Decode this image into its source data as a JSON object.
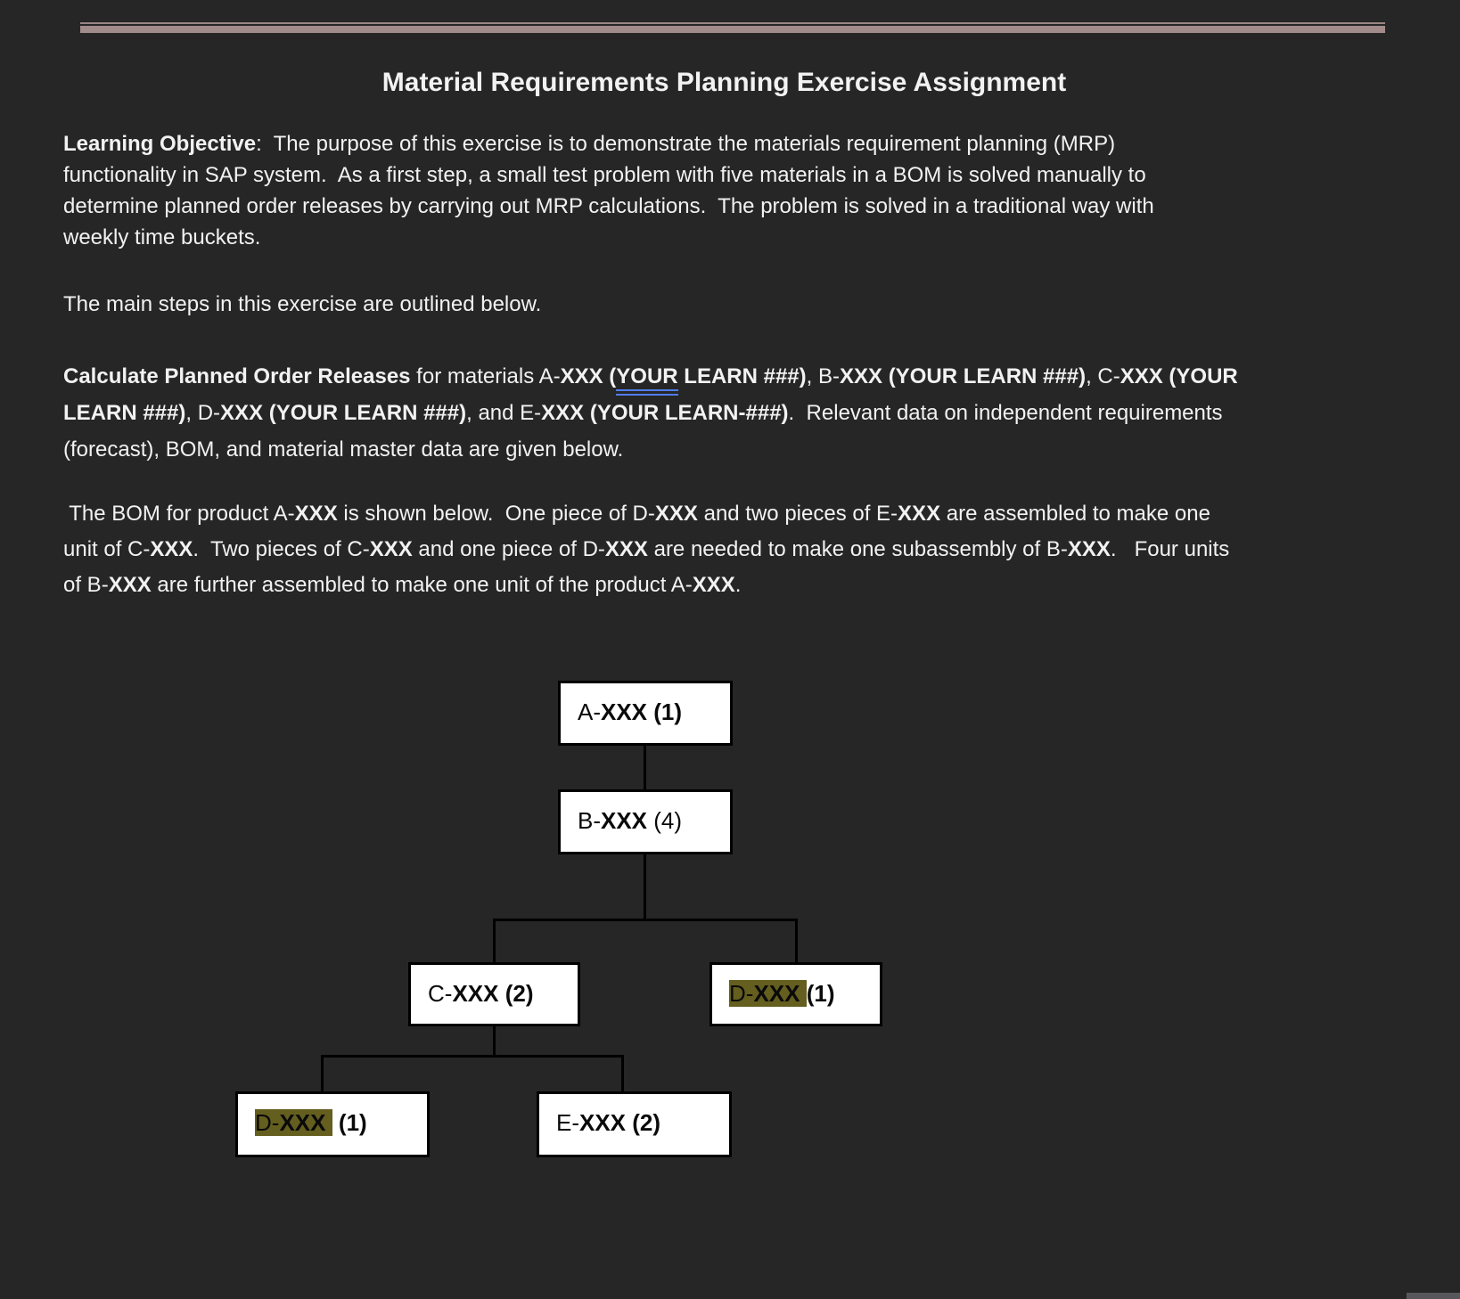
{
  "document": {
    "title": "Material Requirements Planning Exercise Assignment",
    "colors": {
      "page_background": "#262626",
      "text": "#f2f2f2",
      "accent_bar": "#a28b8b",
      "accent_line": "#9a8585",
      "grammar_underline": "#507df0",
      "highlight": "#645e1f",
      "box_background": "#ffffff",
      "box_border": "#000000"
    },
    "paragraphs": [
      {
        "name": "learning-objective",
        "lines": [
          [
            {
              "t": "Learning Objective",
              "b": true
            },
            {
              "t": ":  The purpose of this exercise is to demonstrate the materials requirement planning (MRP)"
            }
          ],
          [
            {
              "t": "functionality in SAP system.  As a first step, a small test problem with five materials in a BOM is solved manually to"
            }
          ],
          [
            {
              "t": "determine planned order releases by carrying out MRP calculations.  The problem is solved in a traditional way with"
            }
          ],
          [
            {
              "t": "weekly time buckets."
            }
          ]
        ]
      },
      {
        "name": "main-steps",
        "lines": [
          [
            {
              "t": "The main steps in this exercise are outlined below."
            }
          ]
        ]
      },
      {
        "name": "calculate-planned-order-releases",
        "lines": [
          [
            {
              "t": "Calculate Planned Order Releases",
              "b": true
            },
            {
              "t": " for materials A-"
            },
            {
              "t": "XXX",
              "b": true
            },
            {
              "t": " "
            },
            {
              "t": "(",
              "b": true
            },
            {
              "t": "YOUR",
              "b": true,
              "u": true
            },
            {
              "t": " LEARN ###)",
              "b": true
            },
            {
              "t": ", B-"
            },
            {
              "t": "XXX (YOUR LEARN ###)",
              "b": true
            },
            {
              "t": ", C-"
            },
            {
              "t": "XXX (YOUR",
              "b": true
            }
          ],
          [
            {
              "t": "LEARN ###)",
              "b": true
            },
            {
              "t": ", D-"
            },
            {
              "t": "XXX (YOUR LEARN ###)",
              "b": true
            },
            {
              "t": ", and E-"
            },
            {
              "t": "XXX (YOUR LEARN-###)",
              "b": true
            },
            {
              "t": ".  Relevant data on independent requirements"
            }
          ],
          [
            {
              "t": "(forecast), BOM, and material master data are given below."
            }
          ]
        ]
      },
      {
        "name": "bom-description",
        "lines": [
          [
            {
              "t": " The BOM for product A-"
            },
            {
              "t": "XXX",
              "b": true
            },
            {
              "t": " is shown below.  One piece of D-"
            },
            {
              "t": "XXX",
              "b": true
            },
            {
              "t": " and two pieces of E-"
            },
            {
              "t": "XXX",
              "b": true
            },
            {
              "t": " are assembled to make one"
            }
          ],
          [
            {
              "t": "unit of C-"
            },
            {
              "t": "XXX",
              "b": true
            },
            {
              "t": ".  Two pieces of C-"
            },
            {
              "t": "XXX",
              "b": true
            },
            {
              "t": " and one piece of D-"
            },
            {
              "t": "XXX",
              "b": true
            },
            {
              "t": " are needed to make one subassembly of B-"
            },
            {
              "t": "XXX",
              "b": true
            },
            {
              "t": ".   Four units"
            }
          ],
          [
            {
              "t": "of B-"
            },
            {
              "t": "XXX",
              "b": true
            },
            {
              "t": " are further assembled to make one unit of the product A-"
            },
            {
              "t": "XXX",
              "b": true
            },
            {
              "t": "."
            }
          ]
        ]
      }
    ],
    "bom_diagram": {
      "nodes": [
        {
          "id": "A",
          "segments": [
            {
              "t": "A-"
            },
            {
              "t": "XXX",
              "b": true
            },
            {
              "t": " "
            },
            {
              "t": "(1)",
              "b": true
            }
          ]
        },
        {
          "id": "B",
          "segments": [
            {
              "t": "B-"
            },
            {
              "t": "XXX",
              "b": true
            },
            {
              "t": " (4)"
            }
          ]
        },
        {
          "id": "C",
          "segments": [
            {
              "t": "C-"
            },
            {
              "t": "XXX",
              "b": true
            },
            {
              "t": " "
            },
            {
              "t": "(2)",
              "b": true
            }
          ]
        },
        {
          "id": "D1",
          "segments": [
            {
              "t": "D-",
              "hl": true
            },
            {
              "t": "XXX",
              "b": true,
              "hl": true
            },
            {
              "t": " ",
              "hl": true
            },
            {
              "t": "(1)",
              "b": true
            }
          ]
        },
        {
          "id": "D2",
          "segments": [
            {
              "t": "D-",
              "hl": true
            },
            {
              "t": "XXX",
              "b": true,
              "hl": true
            },
            {
              "t": " ",
              "hl": true
            },
            {
              "t": " (1)",
              "b": true
            }
          ]
        },
        {
          "id": "E",
          "segments": [
            {
              "t": "E-"
            },
            {
              "t": "XXX",
              "b": true
            },
            {
              "t": " "
            },
            {
              "t": "(2)",
              "b": true
            }
          ]
        }
      ]
    }
  }
}
